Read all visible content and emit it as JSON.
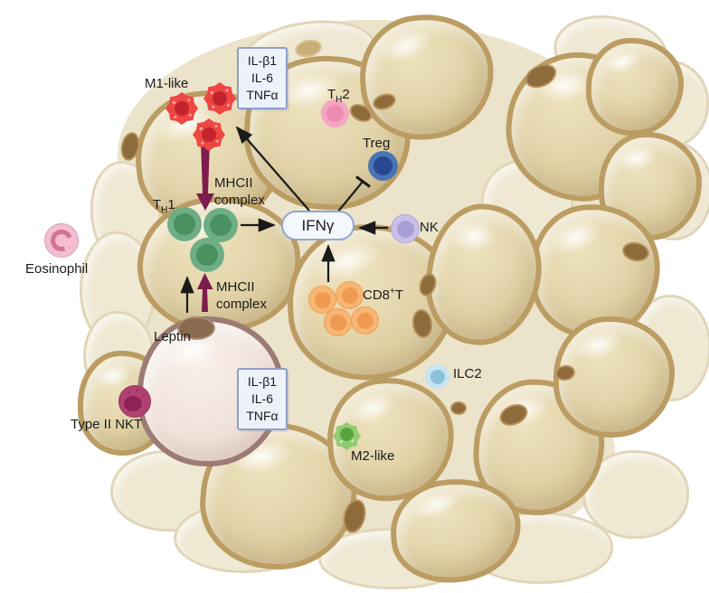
{
  "figure_type": "adipose-tissue-immune-cell-diagram",
  "cells": {
    "m1": {
      "label": "M1-like",
      "count": 3,
      "outer_color": "#ee4743",
      "core_color": "#c2232c"
    },
    "th1": {
      "prefix": "T",
      "sub": "H",
      "suffix": "1",
      "count": 3,
      "outer_color": "#6fae84",
      "core_color": "#4a9162"
    },
    "th2": {
      "prefix": "T",
      "sub": "H",
      "suffix": "2",
      "count": 1,
      "outer_color": "#f4a6c4",
      "core_color": "#ee8cb2"
    },
    "treg": {
      "label": "Treg",
      "count": 1,
      "outer_color": "#4a74b5",
      "core_color": "#28498f"
    },
    "nk": {
      "label": "NK",
      "count": 1,
      "outer_color": "#c9c0ea",
      "core_color": "#aa9ed7"
    },
    "cd8": {
      "prefix": "CD8",
      "sup": "+",
      "suffix": "T",
      "count": 4,
      "outer_color": "#f8b675",
      "core_color": "#ef9a52"
    },
    "ilc2": {
      "label": "ILC2",
      "count": 1,
      "outer_color": "#c6e5f2",
      "core_color": "#8cc0d8"
    },
    "m2": {
      "label": "M2-like",
      "count": 1,
      "outer_color": "#92cc72",
      "core_color": "#57a53f"
    },
    "eosinophil": {
      "label": "Eosinophil",
      "count": 1,
      "outer_color": "#f3bfd0",
      "core_color": "#d5719b"
    },
    "type2_nkt": {
      "label": "Type II NKT",
      "count": 1,
      "outer_color": "#b04273",
      "core_color": "#8f2158"
    }
  },
  "molecules": {
    "ifng": {
      "label": "IFNγ"
    },
    "leptin": {
      "label": "Leptin"
    },
    "mhcii_top": {
      "line1": "MHCII",
      "line2": "complex"
    },
    "mhcii_bottom": {
      "line1": "MHCII",
      "line2": "complex"
    },
    "cytokines_top": {
      "line1": "IL-β1",
      "line2": "IL-6",
      "line3": "TNFα"
    },
    "cytokines_bottom": {
      "line1": "IL-β1",
      "line2": "IL-6",
      "line3": "TNFα"
    }
  },
  "interactions": [
    {
      "from": "IFNγ",
      "to": "M1-like",
      "type": "arrow"
    },
    {
      "from": "IFNγ",
      "to": "Treg",
      "type": "inhibition"
    },
    {
      "from": "NK",
      "to": "IFNγ",
      "type": "arrow"
    },
    {
      "from": "CD8+T",
      "to": "IFNγ",
      "type": "arrow"
    },
    {
      "from": "TH1",
      "to": "IFNγ",
      "type": "arrow"
    },
    {
      "from": "M1-like",
      "to": "TH1",
      "type": "MHCII complex"
    },
    {
      "from": "Leptin",
      "to": "TH1",
      "type": "arrow"
    },
    {
      "from": "Leptin",
      "to": "TH1",
      "type": "MHCII complex"
    }
  ],
  "palette": {
    "adipocyte_border": "#bb9c62",
    "adipocyte_fill": "#e0d2a6",
    "background_cell": "#efe8d3",
    "pink_adipocyte_fill": "#f0e2da",
    "pink_adipocyte_border": "#9c7b74",
    "nucleus_brown": "#8e6b3a",
    "arrow_black": "#1a1a1a",
    "arrow_maroon": "#7d1c4e",
    "box_border": "#8d9fc4",
    "box_fill": "#edf2fa"
  }
}
